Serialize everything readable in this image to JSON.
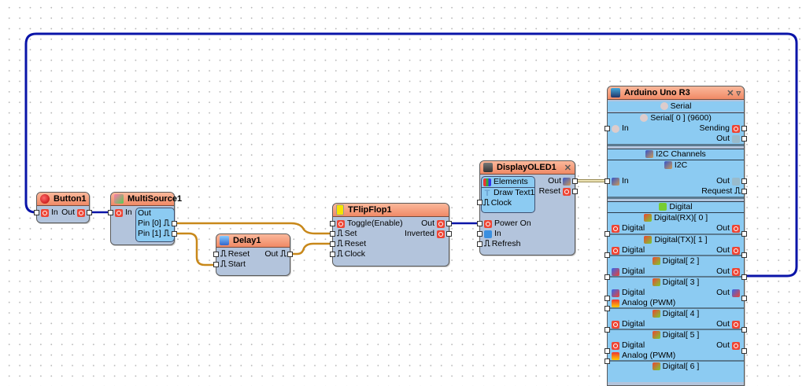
{
  "colors": {
    "wire_digital": "#0a14a8",
    "wire_clock": "#c8881a",
    "wire_i2c": "#e6dcaa",
    "header_top": "#fbb89b",
    "header_bottom": "#f08a66",
    "body": "#b3c4dc",
    "subpanel": "#8ccbf2"
  },
  "components": {
    "button": {
      "title": "Button1",
      "icon": "button-icon",
      "pins": {
        "in": "In",
        "out": "Out"
      }
    },
    "multisource": {
      "title": "MultiSource1",
      "icon": "multisource-icon",
      "pins": {
        "in": "In",
        "out_group": "Out",
        "pin0": "Pin [0]",
        "pin1": "Pin [1]"
      }
    },
    "delay": {
      "title": "Delay1",
      "icon": "delay-icon",
      "pins": {
        "reset": "Reset",
        "start": "Start",
        "out": "Out"
      }
    },
    "tflipflop": {
      "title": "TFlipFlop1",
      "icon": "flipflop-icon",
      "pins": {
        "toggle": "Toggle(Enable)",
        "set": "Set",
        "reset": "Reset",
        "clock": "Clock",
        "out": "Out",
        "inverted": "Inverted"
      }
    },
    "display": {
      "title": "DisplayOLED1",
      "icon": "display-icon",
      "elements_label": "Elements",
      "element_item": "Draw Text1",
      "pins": {
        "clock": "Clock",
        "power_on": "Power On",
        "in": "In",
        "refresh": "Refresh",
        "out": "Out",
        "reset": "Reset"
      }
    },
    "arduino": {
      "title": "Arduino Uno R3",
      "icon": "arduino-icon",
      "serial": {
        "section": "Serial",
        "channel": "Serial[ 0 ] (9600)",
        "in": "In",
        "sending": "Sending",
        "out": "Out"
      },
      "i2c": {
        "section": "I2C Channels",
        "channel": "I2C",
        "in": "In",
        "out": "Out",
        "request": "Request"
      },
      "digital": {
        "section": "Digital",
        "channels": [
          {
            "name": "Digital(RX)[ 0 ]",
            "in": "Digital",
            "out": "Out"
          },
          {
            "name": "Digital(TX)[ 1 ]",
            "in": "Digital",
            "out": "Out"
          },
          {
            "name": "Digital[ 2 ]",
            "in": "Digital",
            "out": "Out"
          },
          {
            "name": "Digital[ 3 ]",
            "in": "Digital",
            "out": "Out",
            "analog": "Analog (PWM)"
          },
          {
            "name": "Digital[ 4 ]",
            "in": "Digital",
            "out": "Out"
          },
          {
            "name": "Digital[ 5 ]",
            "in": "Digital",
            "out": "Out",
            "analog": "Analog (PWM)"
          },
          {
            "name": "Digital[ 6 ]"
          }
        ]
      }
    }
  },
  "connections": [
    {
      "from": "Arduino Uno R3.Digital[ 2 ].Out",
      "to": "Button1.In",
      "type": "digital"
    },
    {
      "from": "Button1.Out",
      "to": "MultiSource1.In",
      "type": "digital"
    },
    {
      "from": "MultiSource1.Pin [0]",
      "to": "TFlipFlop1.Set",
      "type": "clock"
    },
    {
      "from": "MultiSource1.Pin [1]",
      "to": "Delay1.Start",
      "type": "clock"
    },
    {
      "from": "Delay1.Out",
      "to": "TFlipFlop1.Reset",
      "type": "clock"
    },
    {
      "from": "TFlipFlop1.Out",
      "to": "DisplayOLED1.Power On",
      "type": "digital"
    },
    {
      "from": "DisplayOLED1.Out",
      "to": "Arduino Uno R3.I2C.In",
      "type": "i2c"
    }
  ]
}
